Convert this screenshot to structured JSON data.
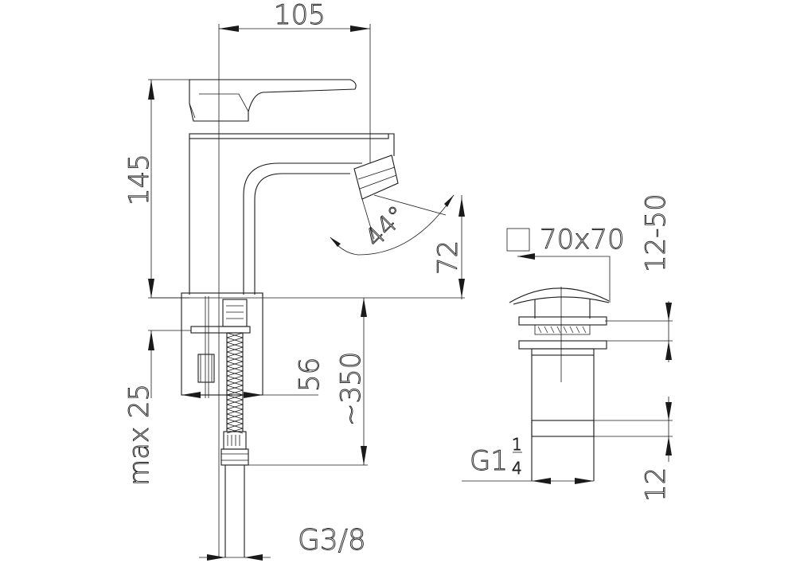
{
  "faucet": {
    "width": "105",
    "height": "145",
    "spout_height": "72",
    "spout_angle": "44°",
    "base_depth": "56",
    "max_deck": "max 25",
    "hose_length": "~350",
    "connection": "G3/8"
  },
  "waste": {
    "flange": "70x70",
    "range": "12-50",
    "thread": "G1",
    "thread_num": "1",
    "thread_den": "4",
    "bottom": "12"
  }
}
